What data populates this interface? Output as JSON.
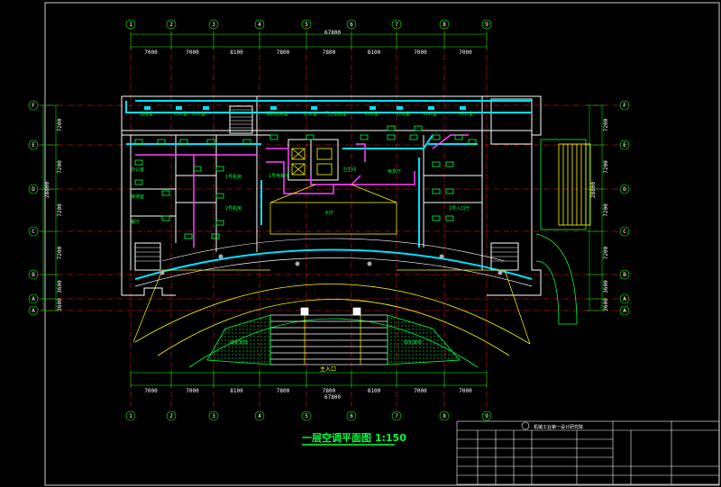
{
  "drawing": {
    "title": "一层空调平面图 1:150",
    "entrance": "主入口",
    "hall": "大厅",
    "title_block_org": "机械工业第一设计研究院"
  },
  "dimensions": {
    "top_segments": [
      "7000",
      "7000",
      "8100",
      "7800",
      "7800",
      "8100",
      "7000",
      "7000"
    ],
    "top_total": "67800",
    "bottom_segments": [
      "7000",
      "7000",
      "8100",
      "7800",
      "7800",
      "8100",
      "7000",
      "7000"
    ],
    "bottom_total": "67800",
    "left_segments": [
      "7200",
      "7200",
      "7200",
      "7200",
      "3600",
      "3600"
    ],
    "left_total": "28800",
    "right_segments": [
      "7200",
      "7200",
      "7200",
      "7200",
      "3600",
      "3600"
    ],
    "right_total": "28800"
  },
  "axes": {
    "columns": [
      "1",
      "2",
      "3",
      "4",
      "5",
      "6",
      "7",
      "8",
      "9"
    ],
    "rows": [
      "F",
      "E",
      "D",
      "C",
      "B",
      "A",
      "A"
    ]
  },
  "rooms": {
    "r1": "值班室",
    "r2": "办公室",
    "r3": "办公室",
    "r4": "消防控制室",
    "r5": "办公室",
    "r6": "门卫值班室",
    "r7": "办公室",
    "r8": "办公室",
    "r9": "办公室",
    "r10": "办公室",
    "r11": "办公室",
    "r12": "1号电梯厅",
    "r13": "1号机房",
    "r14": "2号机房",
    "r15": "休息厅",
    "r16": "接待室",
    "r17": "餐厅",
    "r18": "1号入口厅",
    "r19": "绿化景观",
    "r20": "绿化景观",
    "r21": "卫生间"
  },
  "colors": {
    "grid": "#ff2020",
    "wall": "#ffffff",
    "duct_cyan": "#00e0ff",
    "duct_magenta": "#ff40ff",
    "equipment": "#00ff40",
    "yellow": "#ffff00",
    "dim": "#00ff00"
  }
}
